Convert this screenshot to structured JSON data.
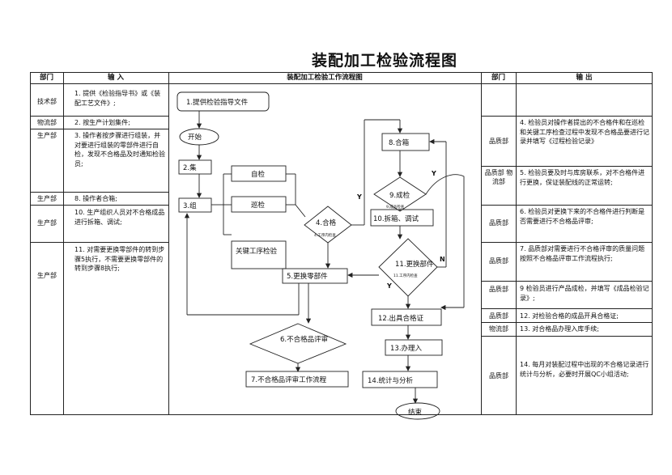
{
  "title": "装配加工检验流程图",
  "headers": {
    "dept": "部门",
    "input": "输 入",
    "flow": "装配加工检验工作流程图",
    "dept2": "部门",
    "output": "输 出"
  },
  "left_rows": [
    {
      "dept": "技术部",
      "num": "1.",
      "text": "提供《检验指导书》或《装配工艺文件》;"
    },
    {
      "dept": "物流部",
      "num": "2.",
      "text": "按生产计划集件;"
    },
    {
      "dept": "生产部",
      "num": "3.",
      "text": "操作者按步骤进行组装，并对要进行组装的零部件进行自检，发现不合格品及时通知检验员;"
    },
    {
      "dept": "生产部",
      "num": "8.",
      "text": "操作者合箱;"
    },
    {
      "dept": "生产部",
      "num": "10.",
      "text": "生产组织人员对不合格成品进行拆箱、调试;"
    },
    {
      "dept": "生产部",
      "num": "11.",
      "text": "对需要更换零部件的转到步骤5执行，不需要更换零部件的转到步骤8执行;"
    }
  ],
  "right_rows": [
    {
      "dept": "品质部",
      "num": "4.",
      "text": "检验员对操作者提出的不合格件和在巡检和关键工序检查过程中发现不合格品要进行记录并填写《过程检验记录》"
    },
    {
      "dept": "品质部 物流部",
      "num": "5.",
      "text": "检验员要及时与库房联系，对不合格件进行更换，保证装配线的正常运转;"
    },
    {
      "dept": "品质部",
      "num": "6.",
      "text": "检验员对更换下来的不合格件进行判断是否需要进行不合格品评审;"
    },
    {
      "dept": "品质部",
      "num": "7.",
      "text": "品质部对需要进行不合格评审的质量问题按照不合格品评审工作流程执行;"
    },
    {
      "dept": "品质部",
      "num": "9",
      "text": "检验员进行产品成检，并填写《成品检验记录》;"
    },
    {
      "dept": "品质部",
      "num": "12.",
      "text": "对检验合格的成品开具合格证;"
    },
    {
      "dept": "物流部",
      "num": "13.",
      "text": "对合格品办理入库手续;"
    },
    {
      "dept": "品质部",
      "num": "14.",
      "text": "每月对装配过程中出现的不合格记录进行统计与分析，必要时开展QC小组活动;"
    }
  ],
  "flow": {
    "n1": "1.提供检验指导文件",
    "start": "开始",
    "n2": "2.集",
    "n3": "3.组",
    "self": "自检",
    "patrol": "巡检",
    "key": "关键工序检验",
    "n4": "4.合格",
    "n4_note": "4.工序内检查",
    "n5": "5.更换零部件",
    "n6": "6.不合格品评审",
    "n7": "7.不合格品评审工作流程",
    "n8": "8.合箱",
    "n9": "9.成检",
    "n9_note": "9.成品检查",
    "n10": "10.拆箱、调试",
    "n11": "11.更换部件",
    "n11_note": "11.工序内检查",
    "n12": "12.出具合格证",
    "n13": "13.办理入",
    "n14": "14.统计与分析",
    "end": "结束",
    "y1": "Y",
    "y2": "Y",
    "y3": "Y",
    "n_label": "N"
  }
}
